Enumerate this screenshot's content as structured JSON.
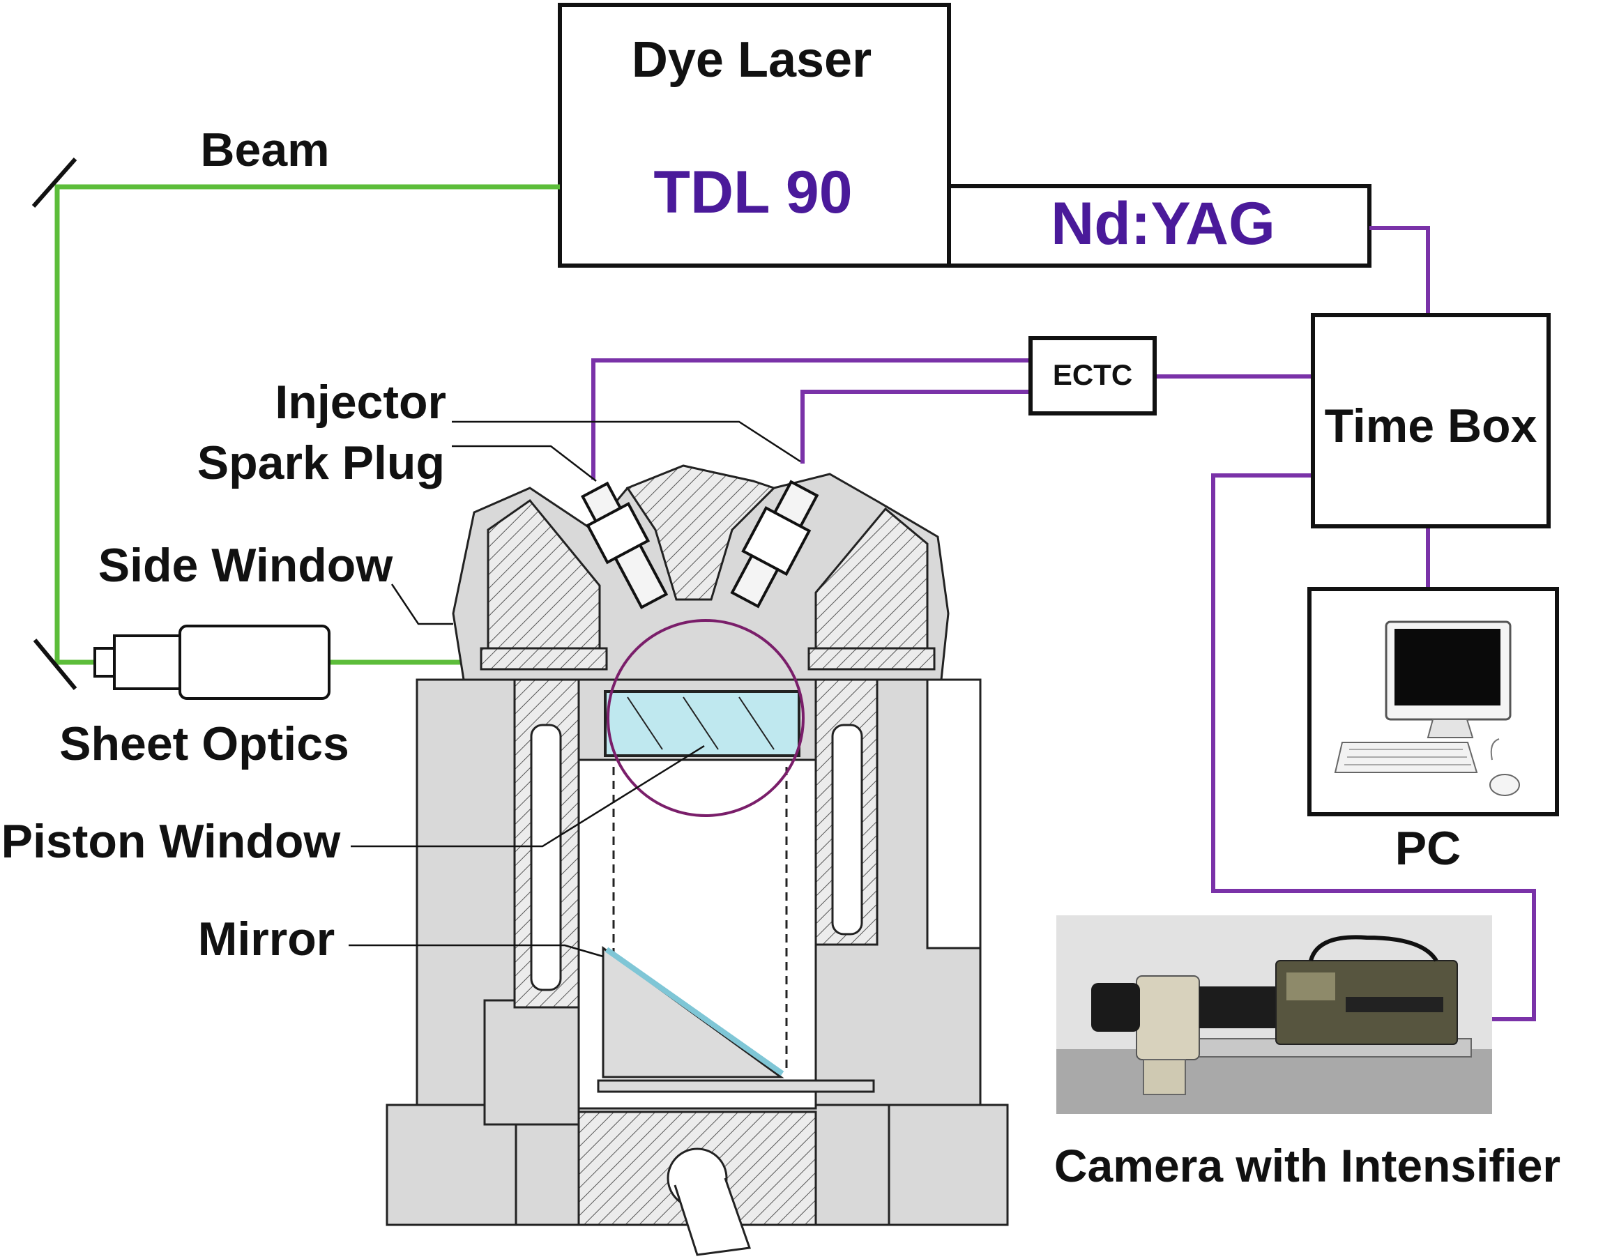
{
  "labels": {
    "dye_laser": "Dye Laser",
    "tdl": "TDL 90",
    "ndyag": "Nd:YAG",
    "beam": "Beam",
    "ectc": "ECTC",
    "time_box": "Time Box",
    "pc": "PC",
    "injector": "Injector",
    "spark_plug": "Spark Plug",
    "side_window": "Side Window",
    "sheet_optics": "Sheet Optics",
    "piston_window": "Piston Window",
    "mirror": "Mirror",
    "camera": "Camera with Intensifier"
  },
  "colors": {
    "beam": "#5cbd3a",
    "signal": "#7a32a8",
    "accent_text": "#4a1a9a",
    "window_glass": "#bfe8ef"
  }
}
